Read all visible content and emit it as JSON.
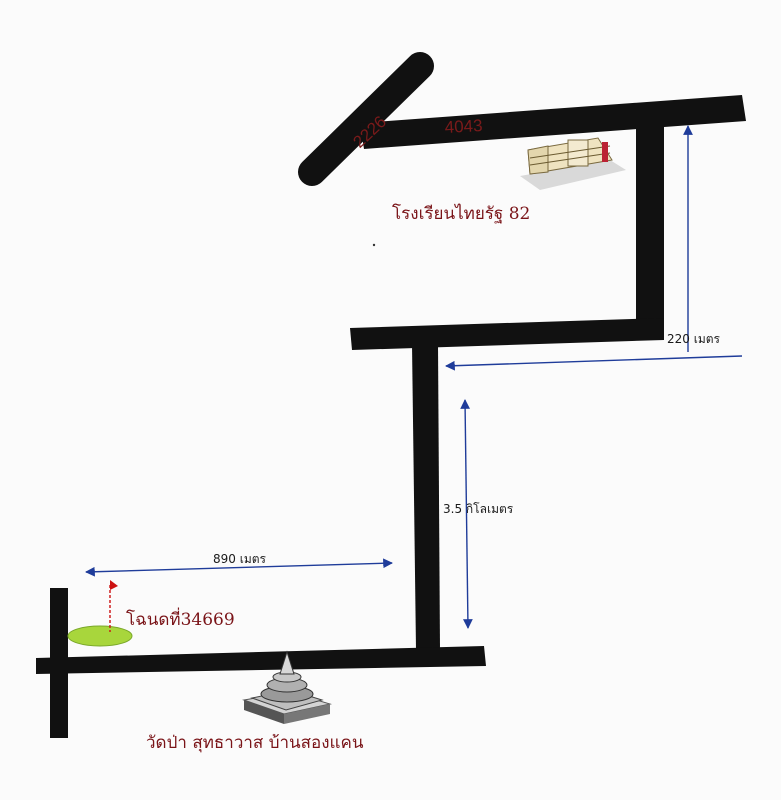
{
  "roads": {
    "route_a": "2226",
    "route_b": "4043"
  },
  "places": {
    "school": "โรงเรียนไทยรัฐ 82",
    "plot": "โฉนดที่34669",
    "temple": "วัดป่า สุทธาวาส บ้านสองแคน"
  },
  "distances": {
    "east_leg": "220 เมตร",
    "middle_leg": "3.5 กิโลเมตร",
    "south_leg": "890 เมตร"
  },
  "colors": {
    "road": "#111111",
    "arrow": "#1f3c9a",
    "label": "#7a1418",
    "field": "#a8d63c",
    "flag": "#cc1111"
  },
  "icons": {
    "school": "school-building-icon",
    "temple": "stupa-icon",
    "plot": "flag-on-field-icon"
  }
}
